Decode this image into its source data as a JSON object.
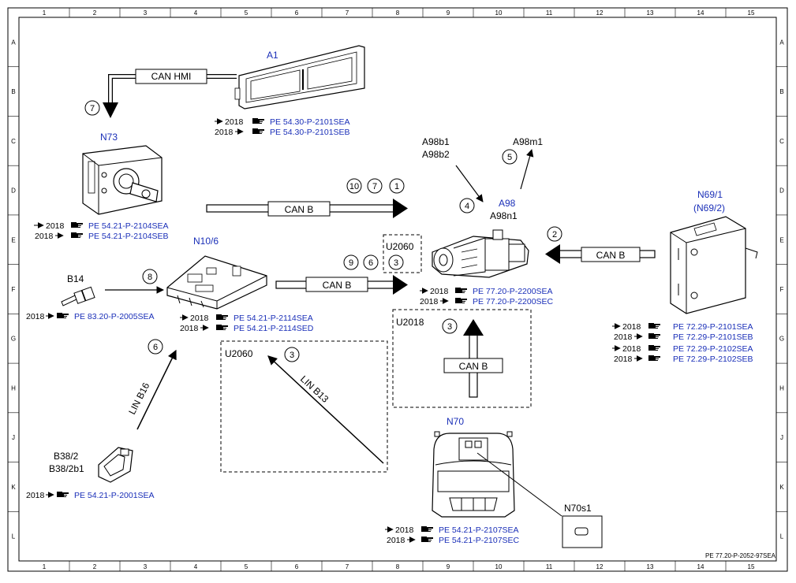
{
  "grid": {
    "columns": [
      "1",
      "2",
      "3",
      "4",
      "5",
      "6",
      "7",
      "8",
      "9",
      "10",
      "11",
      "12",
      "13",
      "14",
      "15"
    ],
    "rows": [
      "A",
      "B",
      "C",
      "D",
      "E",
      "F",
      "G",
      "H",
      "J",
      "K",
      "L"
    ]
  },
  "footer": "PE 77.20-P-2052-97SEA",
  "components": {
    "a1": "A1",
    "n73": "N73",
    "n10_6": "N10/6",
    "b14": "B14",
    "b38_2": "B38/2",
    "b38_2b1": "B38/2b1",
    "a98": "A98",
    "a98n1": "A98n1",
    "a98b1": "A98b1",
    "a98b2": "A98b2",
    "a98m1": "A98m1",
    "n69_1": "N69/1",
    "n69_2": "(N69/2)",
    "n70": "N70",
    "n70s1": "N70s1"
  },
  "regions": {
    "u2060_top": "U2060",
    "u2060_left": "U2060",
    "u2018": "U2018"
  },
  "buses": {
    "can_hmi": "CAN HMI",
    "can_b_top": "CAN B",
    "can_b_mid": "CAN B",
    "can_b_right": "CAN B",
    "can_b_vert": "CAN B",
    "lin_b16": "LIN B16",
    "lin_b13": "LIN B13"
  },
  "numbers": {
    "n7_hmi": "7",
    "n10": "10",
    "n7": "7",
    "n1": "1",
    "n4": "4",
    "n5": "5",
    "n2": "2",
    "n8": "8",
    "n9": "9",
    "n6_mid": "6",
    "n3_box": "3",
    "n6_lin": "6",
    "n3_lin": "3",
    "n3_vert": "3"
  },
  "refs": {
    "a1_1": {
      "year": "2018",
      "code": "PE 54.30-P-2101SEA"
    },
    "a1_2": {
      "year": "2018",
      "code": "PE 54.30-P-2101SEB"
    },
    "n73_1": {
      "year": "2018",
      "code": "PE 54.21-P-2104SEA"
    },
    "n73_2": {
      "year": "2018",
      "code": "PE 54.21-P-2104SEB"
    },
    "b14_1": {
      "year": "2018",
      "code": "PE 83.20-P-2005SEA"
    },
    "n10_1": {
      "year": "2018",
      "code": "PE 54.21-P-2114SEA"
    },
    "n10_2": {
      "year": "2018",
      "code": "PE 54.21-P-2114SED"
    },
    "a98_1": {
      "year": "2018",
      "code": "PE 77.20-P-2200SEA"
    },
    "a98_2": {
      "year": "2018",
      "code": "PE 77.20-P-2200SEC"
    },
    "n69_1": {
      "year": "2018",
      "code": "PE 72.29-P-2101SEA"
    },
    "n69_2": {
      "year": "2018",
      "code": "PE 72.29-P-2101SEB"
    },
    "n69_3": {
      "year": "2018",
      "code": "PE 72.29-P-2102SEA"
    },
    "n69_4": {
      "year": "2018",
      "code": "PE 72.29-P-2102SEB"
    },
    "b38_1": {
      "year": "2018",
      "code": "PE 54.21-P-2001SEA"
    },
    "n70_1": {
      "year": "2018",
      "code": "PE 54.21-P-2107SEA"
    },
    "n70_2": {
      "year": "2018",
      "code": "PE 54.21-P-2107SEC"
    }
  },
  "colors": {
    "ref_text": "#1a2fb8",
    "line": "#000000"
  },
  "icons": {
    "reference": "pointing-hand-icon"
  }
}
